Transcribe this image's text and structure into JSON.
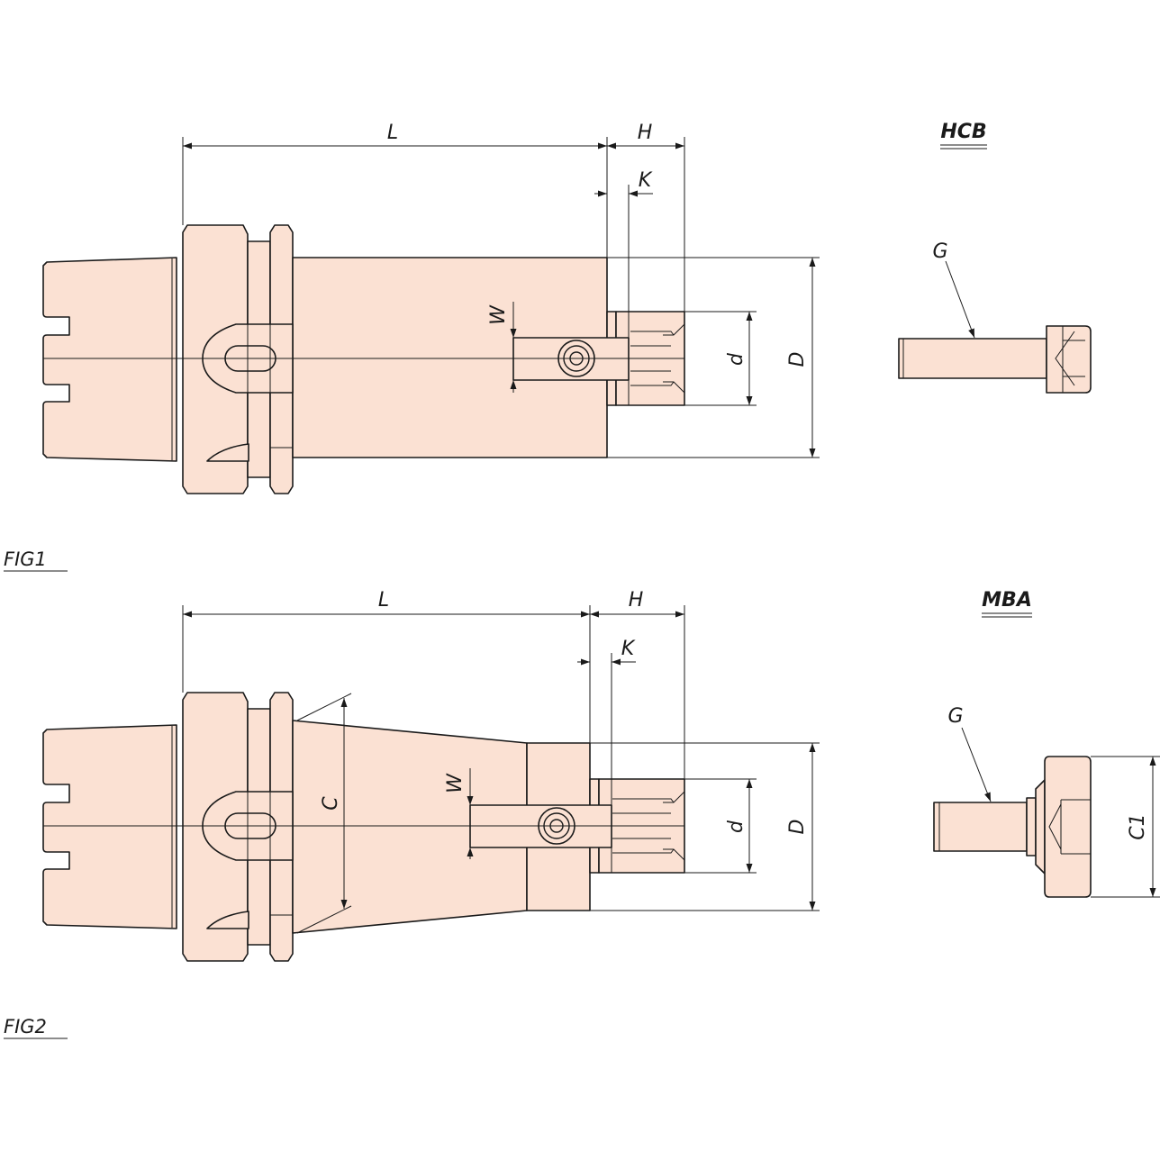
{
  "fig1": {
    "caption": "FIG1",
    "labels": {
      "L": "L",
      "H": "H",
      "K": "K",
      "W": "W",
      "d": "d",
      "D": "D"
    }
  },
  "fig2": {
    "caption": "FIG2",
    "labels": {
      "L": "L",
      "H": "H",
      "K": "K",
      "W": "W",
      "C": "C",
      "d": "d",
      "D": "D"
    }
  },
  "hcb": {
    "title": "HCB",
    "label_g": "G"
  },
  "mba": {
    "title": "MBA",
    "label_g": "G",
    "label_c1": "C1"
  },
  "colors": {
    "body_fill": "#fbe1d3",
    "line": "#1a1a1a"
  }
}
